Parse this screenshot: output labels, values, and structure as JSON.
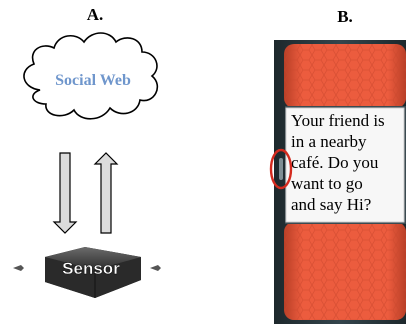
{
  "panel_a": {
    "label": "A.",
    "cloud_text": "Social Web",
    "sensor_text": "Sensor"
  },
  "panel_b": {
    "label": "B.",
    "message_lines": [
      "Your friend is",
      "in a nearby",
      "café. Do you",
      "want to go",
      "and say Hi?"
    ]
  },
  "colors": {
    "cloud_text": "#6f96cc",
    "band": "#e8573a",
    "dark_frame": "#2d3b41",
    "highlight_ring": "#d42a1e"
  }
}
